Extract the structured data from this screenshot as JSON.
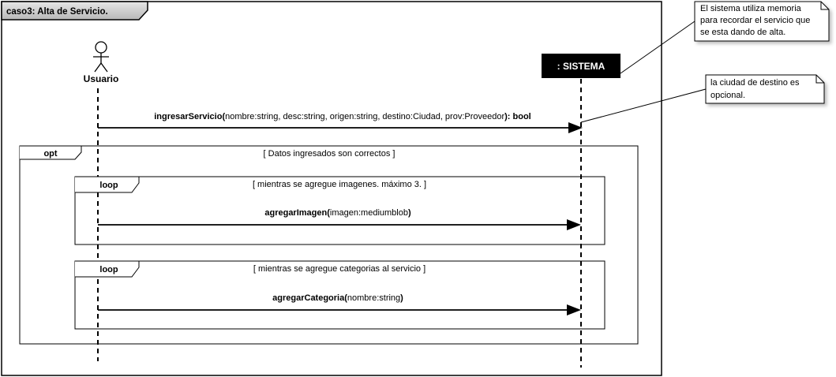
{
  "frame": {
    "title": "caso3: Alta de Servicio."
  },
  "actor": {
    "name": "Usuario"
  },
  "system": {
    "name": ": SISTEMA"
  },
  "notes": {
    "memoria": {
      "lines": [
        "El sistema utiliza memoria",
        "para recordar el servicio que",
        "se esta dando de alta."
      ]
    },
    "destino": {
      "lines": [
        "la ciudad de destino es",
        "opcional."
      ]
    }
  },
  "messages": {
    "ingresar": {
      "name": "ingresarServicio",
      "open": "(",
      "params": "nombre:string, desc:string, origen:string, destino:Ciudad, prov:Proveedor",
      "close": "): bool"
    },
    "imagen": {
      "name": "agregarImagen",
      "open": "(",
      "params": "imagen:mediumblob",
      "close": ")"
    },
    "categoria": {
      "name": "agregarCategoria",
      "open": "(",
      "params": "nombre:string",
      "close": ")"
    }
  },
  "fragments": {
    "opt": {
      "operator": "opt",
      "guard": "[ Datos ingresados son correctos ]"
    },
    "loop1": {
      "operator": "loop",
      "guard": "[ mientras se agregue imagenes. máximo 3. ]"
    },
    "loop2": {
      "operator": "loop",
      "guard": "[ mientras se agregue categorias al servicio ]"
    }
  }
}
